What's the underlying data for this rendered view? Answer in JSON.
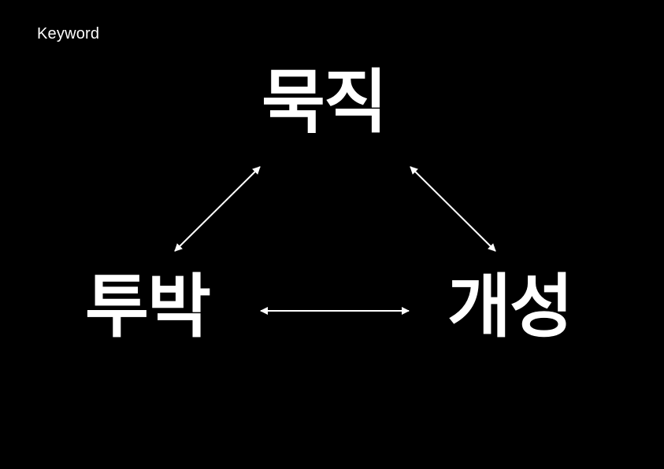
{
  "section_label": "Keyword",
  "nodes": {
    "top": "묵직",
    "left": "투박",
    "right": "개성"
  },
  "arrow_color": "#ffffff",
  "background_color": "#000000"
}
